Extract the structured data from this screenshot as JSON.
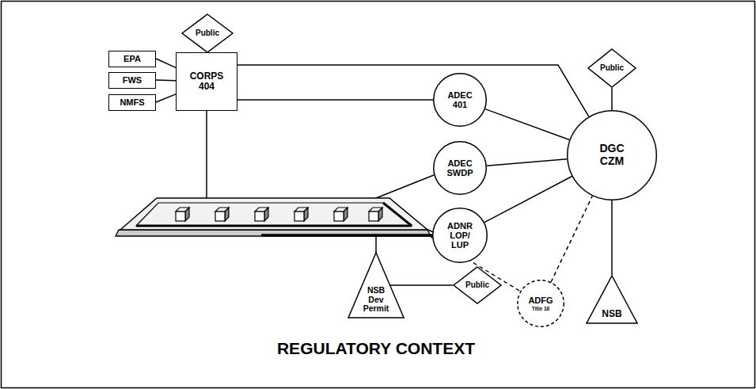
{
  "diagram": {
    "title": "REGULATORY CONTEXT",
    "nodes": [
      {
        "text": [
          "Public"
        ]
      },
      {
        "text": [
          "EPA"
        ]
      },
      {
        "text": [
          "FWS"
        ]
      },
      {
        "text": [
          "NMFS"
        ]
      },
      {
        "text": [
          "CORPS 404"
        ]
      },
      {
        "text": [
          "ADEC 401"
        ]
      },
      {
        "text": [
          "Public"
        ]
      },
      {
        "text": [
          "DGC CZM"
        ]
      },
      {
        "text": [
          "ADEC SWDP"
        ]
      },
      {
        "text": [
          "ADNR LOP/ LUP"
        ]
      },
      {
        "text": [
          "NSB Dev Permit"
        ]
      },
      {
        "text": [
          "Public"
        ]
      },
      {
        "text": [
          "ADFG",
          "Title 16"
        ]
      },
      {
        "text": [
          "NSB"
        ]
      }
    ],
    "edges": [
      {
        "from": 0,
        "to": 4,
        "arrow": "none"
      },
      {
        "from": 1,
        "to": 4,
        "arrow": "none"
      },
      {
        "from": 2,
        "to": 4,
        "arrow": "none"
      },
      {
        "from": 3,
        "to": 4,
        "arrow": "none"
      },
      {
        "from": 4,
        "to": 5,
        "arrow": "none"
      },
      {
        "from": 4,
        "to": 7,
        "arrow": "none"
      },
      {
        "from": 5,
        "to": 7,
        "arrow": "none"
      },
      {
        "from": 8,
        "to": 7,
        "arrow": "none"
      },
      {
        "from": 9,
        "to": 7,
        "arrow": "none"
      },
      {
        "from": 6,
        "to": 7,
        "arrow": "none"
      },
      {
        "from": 7,
        "to": 13,
        "arrow": "none"
      },
      {
        "from": 10,
        "to": 11,
        "arrow": "none"
      },
      {
        "from": 12,
        "to": 7,
        "arrow": "none"
      }
    ]
  }
}
